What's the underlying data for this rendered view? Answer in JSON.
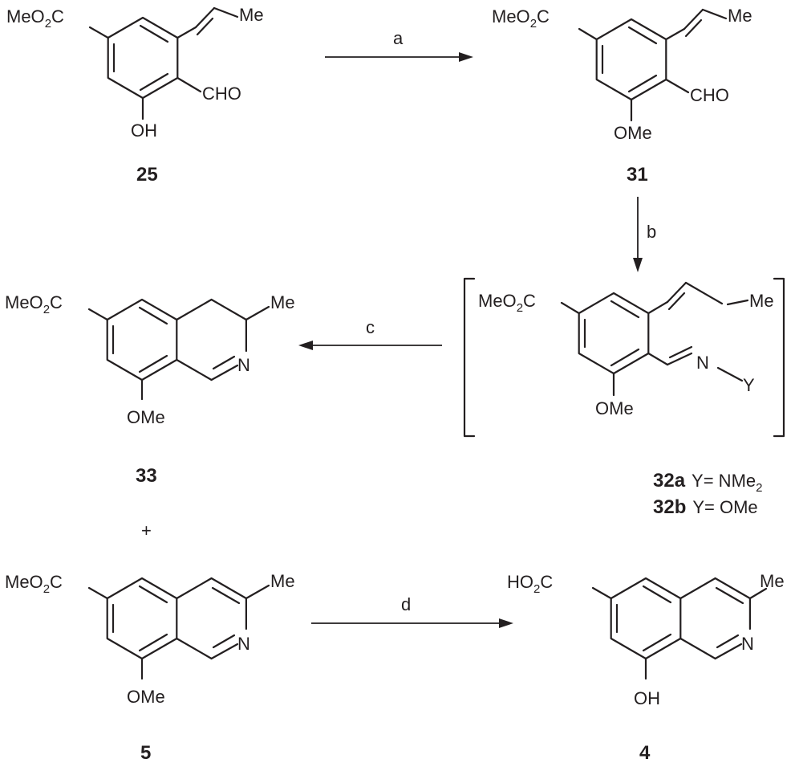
{
  "scheme": {
    "substituents": {
      "meo2c": "MeO",
      "ho2c": "HO",
      "co2_tail": "C",
      "sub2": "2",
      "me": "Me",
      "cho": "CHO",
      "oh": "OH",
      "ome": "OMe",
      "n": "N",
      "y": "Y"
    },
    "compounds": {
      "c25": "25",
      "c31": "31",
      "c32a": "32a",
      "c32b": "32b",
      "c33": "33",
      "c5": "5",
      "c4": "4"
    },
    "variants": {
      "y_nme2_prefix": "Y= NMe",
      "y_nme2_sub": "2",
      "y_ome": "Y= OMe"
    },
    "conditions": {
      "a": "a",
      "b": "b",
      "c": "c",
      "d": "d"
    },
    "plus": "+"
  }
}
